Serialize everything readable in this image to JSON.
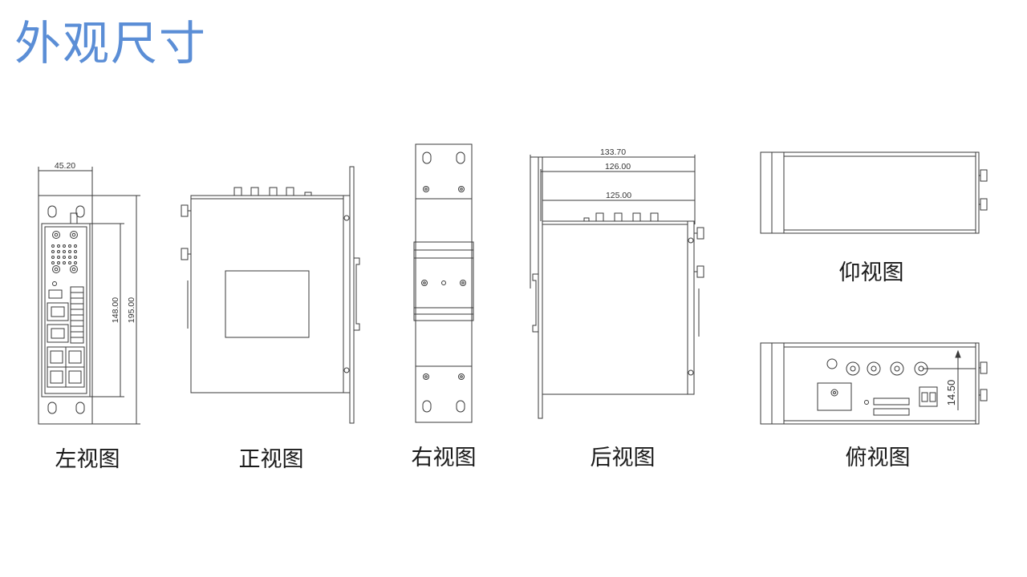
{
  "title": "外观尺寸",
  "views": {
    "left": {
      "label": "左视图",
      "dims": {
        "width": "45.20",
        "inner_height": "148.00",
        "total_height": "195.00"
      }
    },
    "front": {
      "label": "正视图"
    },
    "right": {
      "label": "右视图"
    },
    "back": {
      "label": "后视图",
      "dims": {
        "d1": "133.70",
        "d2": "126.00",
        "d3": "125.00"
      }
    },
    "bottom": {
      "label": "仰视图"
    },
    "top": {
      "label": "俯视图",
      "dims": {
        "height": "14.50"
      }
    }
  },
  "colors": {
    "title": "#5b8ed6",
    "line": "#3a3a3a"
  }
}
